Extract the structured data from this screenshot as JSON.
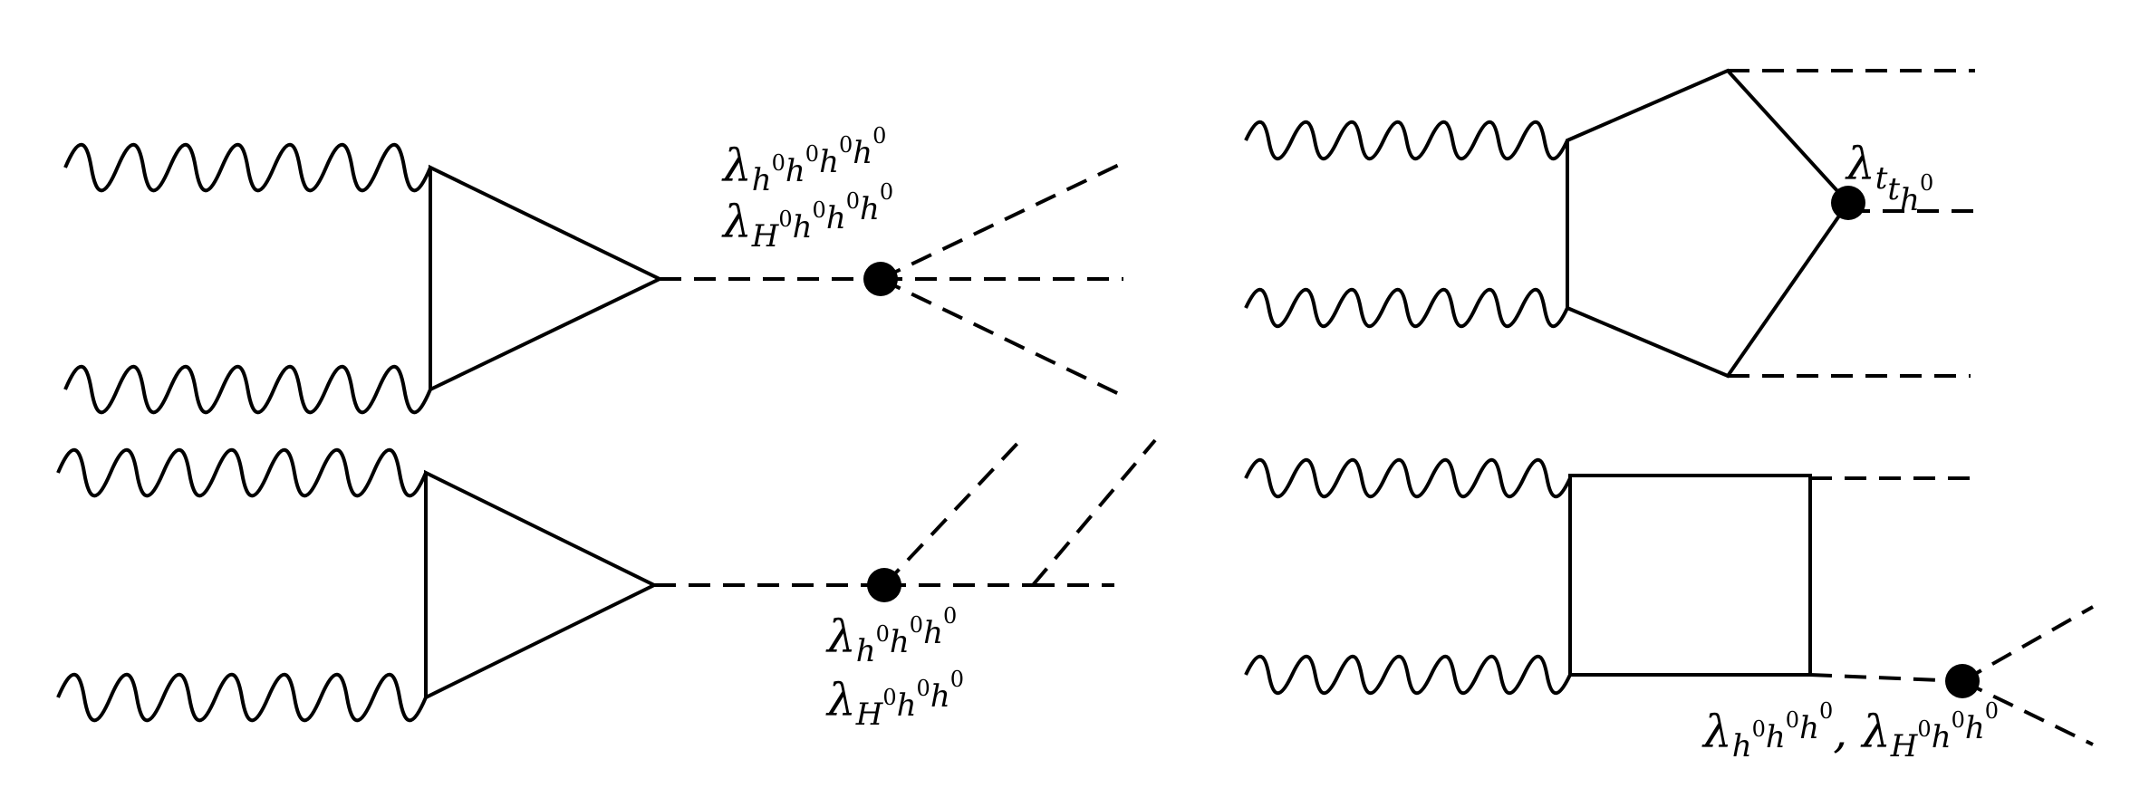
{
  "labels": {
    "top_left_quartic_h": {
      "sym": "λ",
      "sub": [
        "h",
        "h",
        "h",
        "h"
      ],
      "sup": [
        "0",
        "0",
        "0",
        "0"
      ]
    },
    "top_left_quartic_H": {
      "sym": "λ",
      "sub": [
        "H",
        "h",
        "h",
        "h"
      ],
      "sup": [
        "0",
        "0",
        "0",
        "0"
      ]
    },
    "bottom_left_cubic_h": {
      "sym": "λ",
      "sub": [
        "h",
        "h",
        "h"
      ],
      "sup": [
        "0",
        "0",
        "0"
      ]
    },
    "bottom_left_cubic_H": {
      "sym": "λ",
      "sub": [
        "H",
        "h",
        "h"
      ],
      "sup": [
        "0",
        "0",
        "0"
      ]
    },
    "top_right_yukawa": {
      "sym": "λ",
      "sub": [
        "t",
        "t",
        "h"
      ],
      "sup": [
        "",
        "",
        "0"
      ]
    },
    "bottom_right_cubic": {
      "sym": "λ",
      "sub": [
        "h",
        "h",
        "h"
      ],
      "sup": [
        "0",
        "0",
        "0"
      ],
      "sep": ", ",
      "sym2": "λ",
      "sub2": [
        "H",
        "h",
        "h"
      ],
      "sup2": [
        "0",
        "0",
        "0"
      ]
    }
  }
}
